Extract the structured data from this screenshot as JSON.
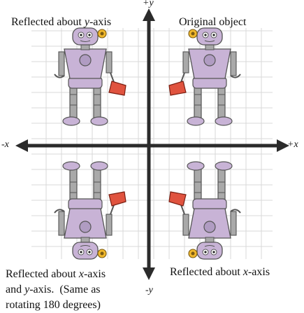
{
  "axes": {
    "plus_y": "+y",
    "minus_y": "-y",
    "plus_x": "+x",
    "minus_x": "-x"
  },
  "quadrants": {
    "top_right": "Original object",
    "top_left": {
      "prefix": "Reflected about ",
      "axis": "y",
      "suffix": "-axis"
    },
    "bottom_right": {
      "prefix": "Reflected about ",
      "axis": "x",
      "suffix": "-axis"
    },
    "bottom_left": {
      "line1_prefix": "Reflected about ",
      "line1_axis": "x",
      "line1_suffix": "-axis",
      "line2_prefix": "and ",
      "line2_axis": "y",
      "line2_suffix": "-axis.  (Same as",
      "line3": "rotating 180 degrees)"
    }
  },
  "colors": {
    "axis": "#2b2b2b",
    "grid": "#d8d8d8",
    "robot_body": "#c8b3d6",
    "robot_metal": "#a9a9a9",
    "robot_accent": "#e0533f",
    "robot_eye": "#f0b82c"
  }
}
